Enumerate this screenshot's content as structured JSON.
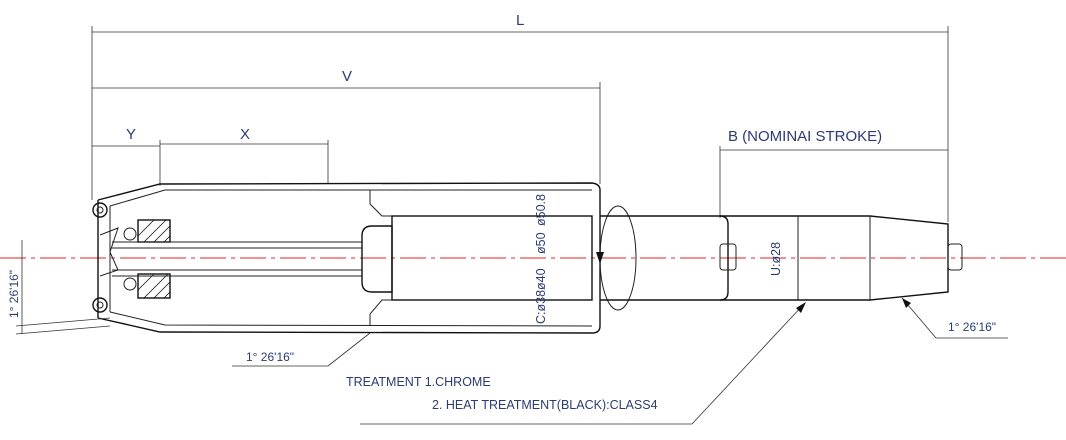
{
  "dimensions": {
    "L": "L",
    "V": "V",
    "Y": "Y",
    "X": "X",
    "B": "B (NOMINAI STROKE)"
  },
  "diameters": {
    "c38": "C:ø38",
    "d40": "ø40",
    "d50": "ø50",
    "d50_8": "ø50.8",
    "u28": "U:ø28"
  },
  "angles": {
    "left_vertical": "1° 26'16\"",
    "bottom": "1° 26'16\"",
    "right": "1° 26'16\""
  },
  "notes": {
    "line1": "TREATMENT 1.CHROME",
    "line2": "2. HEAT TREATMENT(BLACK):CLASS4"
  },
  "colors": {
    "centerline": "#e02020",
    "text": "#2b3a78",
    "outline": "#111111"
  }
}
